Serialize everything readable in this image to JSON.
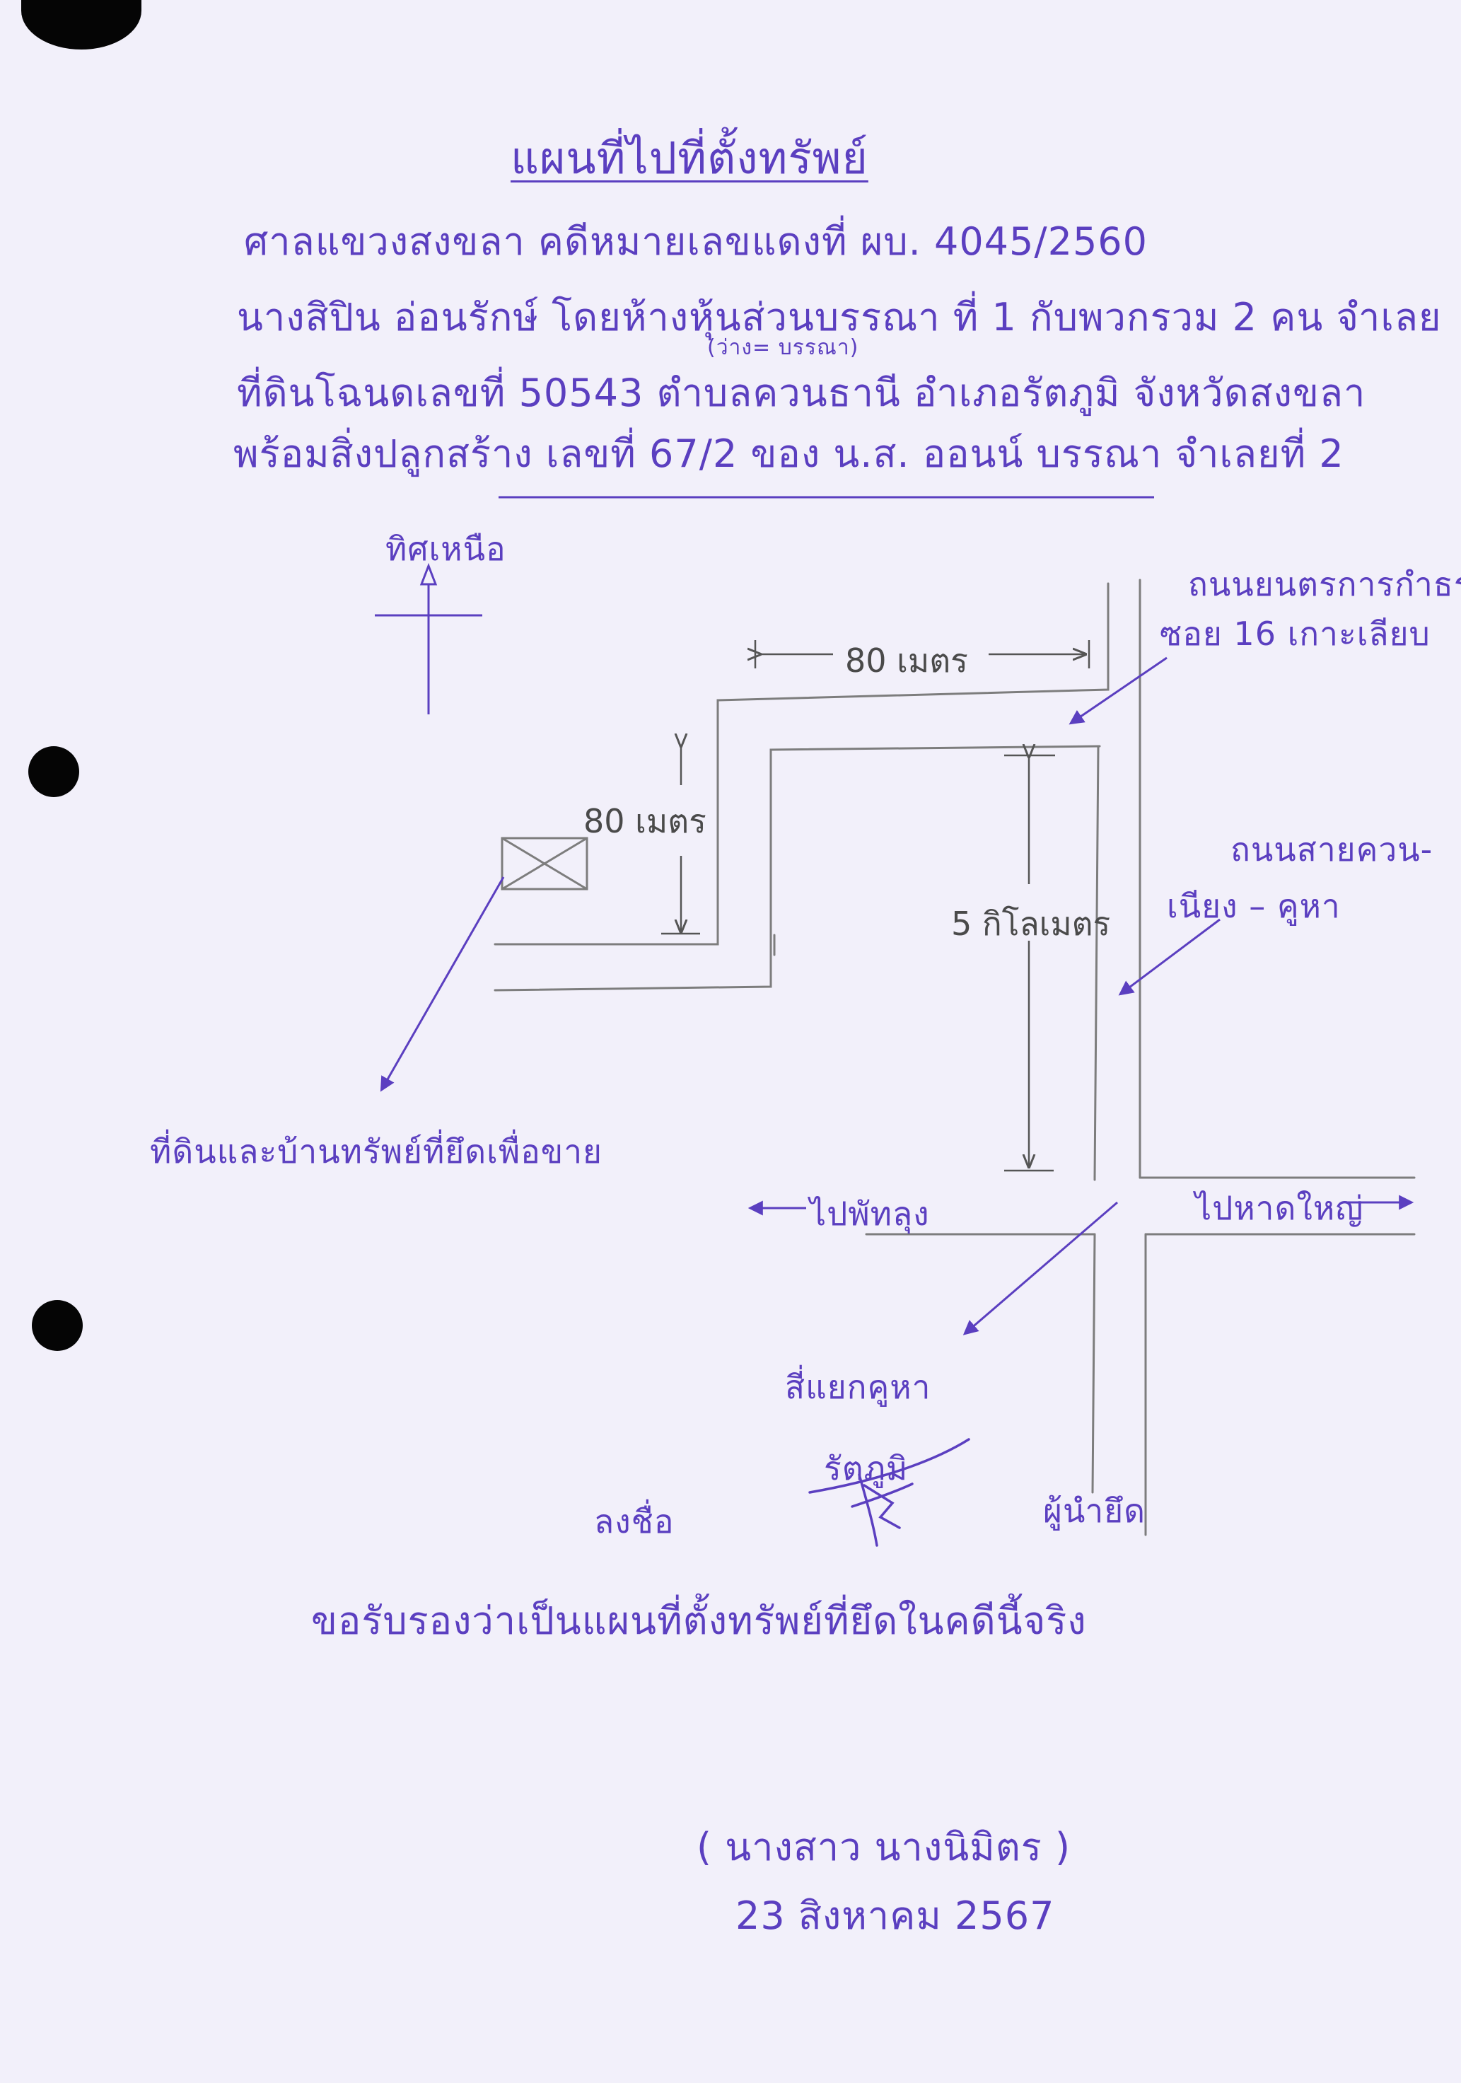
{
  "title": "แผนที่ไปที่ตั้งทรัพย์",
  "header": {
    "line1": "ศาลแขวงสงขลา คดีหมายเลขแดงที่ ผบ. 4045/2560",
    "line2": "นางสิปิน อ่อนรักษ์ โดยห้างหุ้นส่วนบรรณา ที่ 1 กับพวกรวม 2 คน จำเลย",
    "line2_note": "(ว่าง= บรรณา)",
    "line3": "ที่ดินโฉนดเลขที่ 50543 ตำบลควนธานี อำเภอรัตภูมิ จังหวัดสงขลา",
    "line4": "พร้อมสิ่งปลูกสร้าง เลขที่ 67/2 ของ น.ส. ออนน์ บรรณา จำเลยที่ 2"
  },
  "map": {
    "north_label": "ทิศเหนือ",
    "road_label_1a": "ถนนยนตรการกำธร",
    "road_label_1b": "ซอย 16 เกาะเลียบ",
    "dist_top": "80 เมตร",
    "dist_left": "80 เมตร",
    "dist_center": "5 กิโลเมตร",
    "road_label_2a": "ถนนสายควน-",
    "road_label_2b": "เนียง – คูหา",
    "property_label": "ที่ดินและบ้านทรัพย์ที่ยึดเพื่อขาย",
    "west_label": "ไปพัทลุง",
    "east_label": "ไปหาดใหญ่",
    "south_label_1": "สี่แยกคูหา",
    "south_label_2": "รัตภูมิ"
  },
  "footer": {
    "certify": "ขอรับรองว่าเป็นแผนที่ตั้งทรัพย์ที่ยึดในคดีนี้จริง",
    "sign_label": "ลงชื่อ",
    "role": "ผู้นำยึด",
    "name": "( นางสาว นางนิมิตร )",
    "date": "23 สิงหาคม 2567"
  },
  "colors": {
    "ink": "#5b3fc0",
    "pencil": "#8a8a8a",
    "paper": "#f2f0fa"
  }
}
